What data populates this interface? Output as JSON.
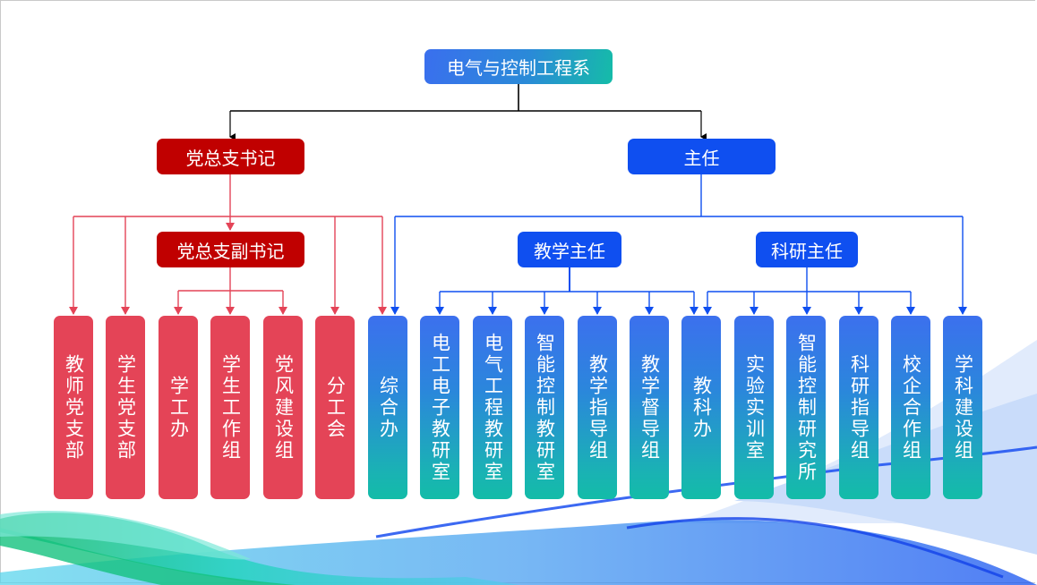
{
  "colors": {
    "party_dark_red": "#C00000",
    "party_red": "#E44457",
    "admin_blue": "#0F4FF0",
    "gradient_top": "#3C70EE",
    "gradient_bottom": "#13BCA8",
    "connector_black": "#000000",
    "connector_red": "#E44457",
    "connector_blue": "#0F4FF0"
  },
  "root": {
    "label": "电气与控制工程系"
  },
  "party": {
    "secretary": {
      "label": "党总支书记"
    },
    "deputy_secretary": {
      "label": "党总支副书记"
    },
    "units": [
      {
        "label": "教师党支部",
        "reports_to": "党总支书记"
      },
      {
        "label": "学生党支部",
        "reports_to": "党总支书记"
      },
      {
        "label": "学工办",
        "reports_to": "党总支副书记"
      },
      {
        "label": "学生工作组",
        "reports_to": "党总支副书记"
      },
      {
        "label": "党风建设组",
        "reports_to": "党总支副书记"
      },
      {
        "label": "分工会",
        "reports_to": "党总支书记"
      }
    ]
  },
  "admin": {
    "director": {
      "label": "主任"
    },
    "teaching_director": {
      "label": "教学主任"
    },
    "research_director": {
      "label": "科研主任"
    },
    "units": [
      {
        "label": "综合办",
        "reports_to": [
          "党总支书记",
          "主任"
        ]
      },
      {
        "label": "电工电子教研室",
        "reports_to": [
          "教学主任"
        ]
      },
      {
        "label": "电气工程教研室",
        "reports_to": [
          "教学主任"
        ]
      },
      {
        "label": "智能控制教研室",
        "reports_to": [
          "教学主任"
        ]
      },
      {
        "label": "教学指导组",
        "reports_to": [
          "教学主任"
        ]
      },
      {
        "label": "教学督导组",
        "reports_to": [
          "教学主任"
        ]
      },
      {
        "label": "教科办",
        "reports_to": [
          "教学主任",
          "科研主任"
        ]
      },
      {
        "label": "实验实训室",
        "reports_to": [
          "科研主任"
        ]
      },
      {
        "label": "智能控制研究所",
        "reports_to": [
          "科研主任"
        ]
      },
      {
        "label": "科研指导组",
        "reports_to": [
          "科研主任"
        ]
      },
      {
        "label": "校企合作组",
        "reports_to": [
          "科研主任"
        ]
      },
      {
        "label": "学科建设组",
        "reports_to": [
          "主任"
        ]
      }
    ]
  }
}
